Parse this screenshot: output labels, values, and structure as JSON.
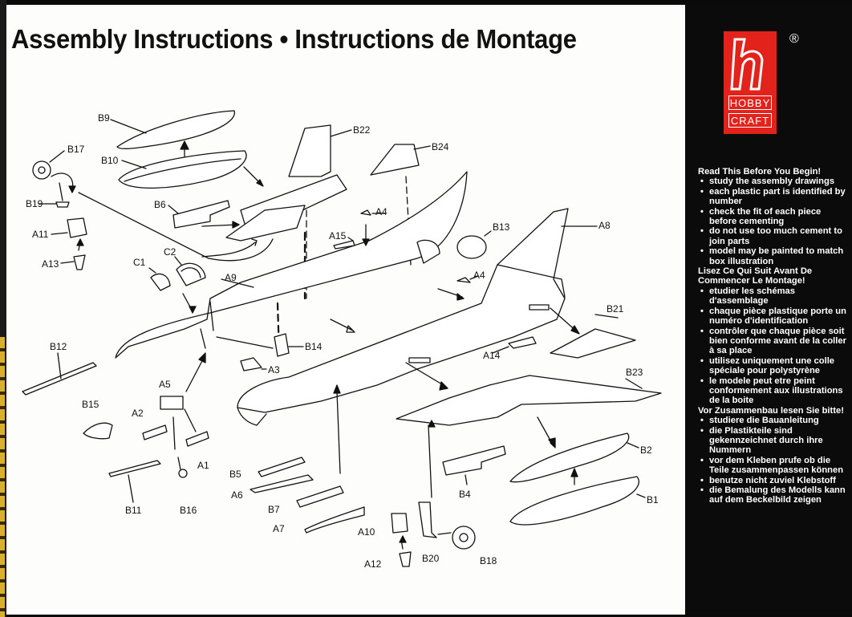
{
  "header": {
    "title": "Assembly Instructions • Instructions de Montage"
  },
  "brand": {
    "line1": "HOBBY",
    "line2": "CRAFT",
    "registered": "®",
    "color": "#e3231b"
  },
  "instructions": {
    "en_heading": "Read This Before You Begin!",
    "en_items": [
      "study the assembly drawings",
      "each plastic part is identified by number",
      "check the fit of each piece before cementing",
      "do not use too much cement to join parts",
      "model may be painted to match box illustration"
    ],
    "fr_heading": "Lisez Ce Qui Suit Avant De Commencer Le Montage!",
    "fr_items": [
      "etudier les schémas d'assemblage",
      "chaque pièce plastique porte un numéro d'identification",
      "contrôler que chaque pièce soit bien conforme avant de la coller à sa place",
      "utilisez uniquement une colle spéciale pour polystyrène",
      "le modele peut etre peint conformement aux illustrations de la boite"
    ],
    "de_heading": "Vor Zusammenbau lesen Sie bitte!",
    "de_items": [
      "studiere die Bauanleitung",
      "die Plastikteile sind gekennzeichnet durch ihre Nummern",
      "vor dem Kleben prufe ob die Teile zusammenpassen können",
      "benutze nicht zuviel Klebstoff",
      "die Bemalung des Modells kann auf dem Beckelbild zeigen"
    ]
  },
  "part_labels": {
    "B9": "B9",
    "B17": "B17",
    "B10": "B10",
    "B19": "B19",
    "B6": "B6",
    "A11": "A11",
    "A13": "A13",
    "C1": "C1",
    "C2": "C2",
    "A9": "A9",
    "B22": "B22",
    "B24": "B24",
    "A4a": "A4",
    "A4b": "A4",
    "A15": "A15",
    "B13": "B13",
    "A8": "A8",
    "B14": "B14",
    "A3": "A3",
    "B12": "B12",
    "B21": "B21",
    "A14": "A14",
    "B23": "B23",
    "A5": "A5",
    "A2": "A2",
    "A1": "A1",
    "B15": "B15",
    "B11": "B11",
    "B16": "B16",
    "B5": "B5",
    "A6": "A6",
    "B7": "B7",
    "A7": "A7",
    "B4": "B4",
    "B2": "B2",
    "B1": "B1",
    "A10": "A10",
    "A12": "A12",
    "B20": "B20",
    "B18": "B18"
  }
}
